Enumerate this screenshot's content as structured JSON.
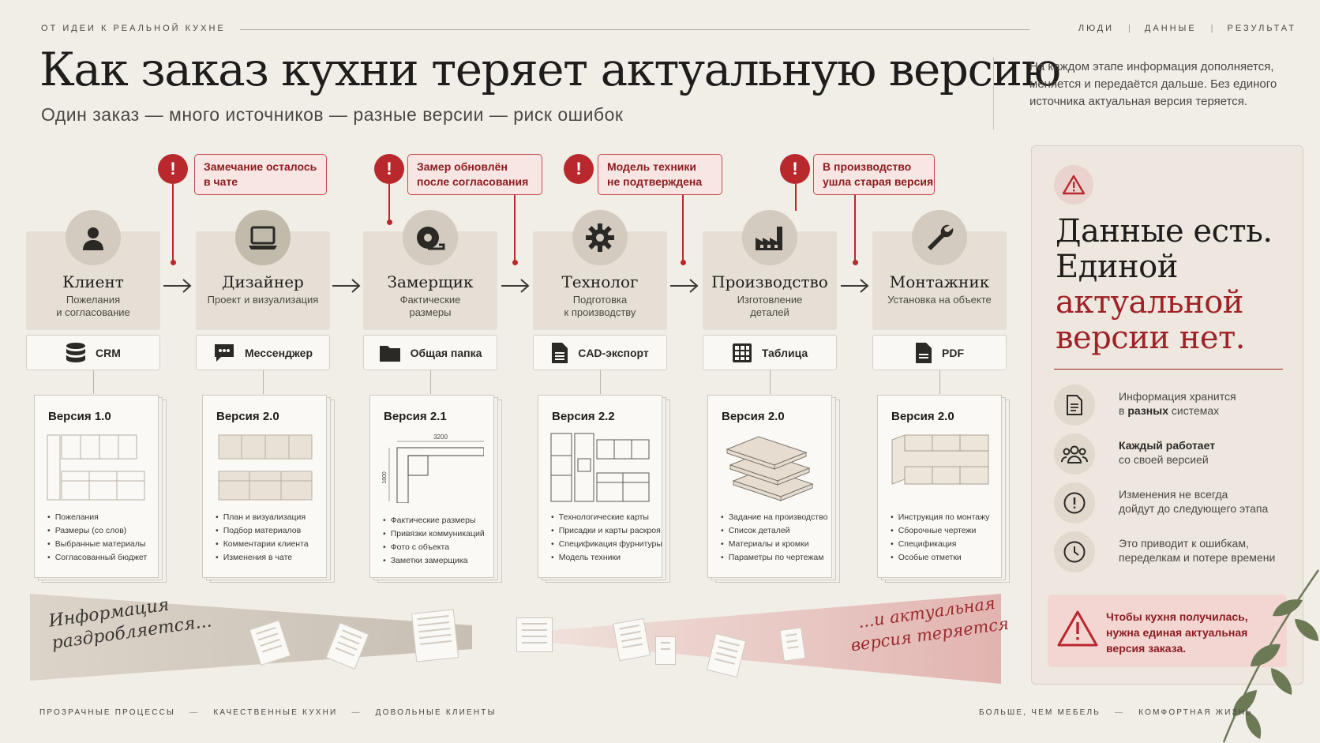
{
  "header": {
    "kicker": "ОТ ИДЕИ К РЕАЛЬНОЙ КУХНЕ",
    "nav": [
      "ЛЮДИ",
      "ДАННЫЕ",
      "РЕЗУЛЬТАТ"
    ],
    "nav_separator": "|",
    "title": "Как заказ кухни теряет актуальную версию",
    "subtitle": "Один заказ — много источников — разные версии — риск ошибок",
    "intro": "На каждом этапе информация дополняется, меняется и передаётся дальше. Без единого источника актуальная версия теряется."
  },
  "alerts": [
    {
      "icon": "!",
      "line1": "Замечание осталось",
      "line2": "в чате"
    },
    {
      "icon": "!",
      "line1": "Замер обновлён",
      "line2": "после согласования"
    },
    {
      "icon": "!",
      "line1": "Модель техники",
      "line2": "не подтверждена"
    },
    {
      "icon": "!",
      "line1": "В производство",
      "line2": "ушла старая версия"
    }
  ],
  "stages": [
    {
      "icon": "person-icon",
      "name": "Клиент",
      "desc1": "Пожелания",
      "desc2": "и согласование",
      "tool": {
        "icon": "database-icon",
        "label": "CRM"
      },
      "doc": {
        "version": "Версия 1.0",
        "items": [
          "Пожелания",
          "Размеры (со слов)",
          "Выбранные материалы",
          "Согласованный бюджет"
        ]
      }
    },
    {
      "icon": "laptop-icon",
      "name": "Дизайнер",
      "desc1": "Проект и визуализация",
      "desc2": "",
      "tool": {
        "icon": "chat-icon",
        "label": "Мессенджер"
      },
      "doc": {
        "version": "Версия 2.0",
        "items": [
          "План и визуализация",
          "Подбор материалов",
          "Комментарии клиента",
          "Изменения в чате"
        ]
      }
    },
    {
      "icon": "tape-measure-icon",
      "name": "Замерщик",
      "desc1": "Фактические",
      "desc2": "размеры",
      "tool": {
        "icon": "folder-icon",
        "label": "Общая папка"
      },
      "doc": {
        "version": "Версия 2.1",
        "items": [
          "Фактические размеры",
          "Привязки коммуникаций",
          "Фото с объекта",
          "Заметки замерщика"
        ],
        "dim_w": "3200",
        "dim_h": "1800"
      }
    },
    {
      "icon": "gear-icon",
      "name": "Технолог",
      "desc1": "Подготовка",
      "desc2": "к производству",
      "tool": {
        "icon": "file-icon",
        "label": "CAD-экспорт"
      },
      "doc": {
        "version": "Версия 2.2",
        "items": [
          "Технологические карты",
          "Присадки и карты раскроя",
          "Спецификация фурнитуры",
          "Модель техники"
        ]
      }
    },
    {
      "icon": "factory-icon",
      "name": "Производство",
      "desc1": "Изготовление",
      "desc2": "деталей",
      "tool": {
        "icon": "table-icon",
        "label": "Таблица"
      },
      "doc": {
        "version": "Версия 2.0",
        "items": [
          "Задание на производство",
          "Список деталей",
          "Материалы и кромки",
          "Параметры по чертежам"
        ]
      }
    },
    {
      "icon": "wrench-icon",
      "name": "Монтажник",
      "desc1": "Установка на объекте",
      "desc2": "",
      "tool": {
        "icon": "pdf-icon",
        "label": "PDF"
      },
      "doc": {
        "version": "Версия 2.0",
        "items": [
          "Инструкция по монтажу",
          "Сборочные чертежи",
          "Спецификация",
          "Особые отметки"
        ]
      }
    }
  ],
  "band": {
    "left_line1": "Информация",
    "left_line2": "раздробляется...",
    "right_line1": "...и актуальная",
    "right_line2": "версия теряется"
  },
  "panel": {
    "h1_line1": "Данные есть.",
    "h1_line2": "Единой",
    "h2_line1": "актуальной",
    "h2_line2": "версии нет.",
    "items": [
      {
        "icon": "document-icon",
        "pre": "Информация хранится",
        "pre2": "в ",
        "bold": "разных",
        "post": " системах"
      },
      {
        "icon": "people-icon",
        "pre": "",
        "pre2": "",
        "bold": "Каждый работает",
        "post": "со своей версией"
      },
      {
        "icon": "exclamation-icon",
        "pre": "Изменения не всегда",
        "pre2": "",
        "bold": "",
        "post": "дойдут до следующего этапа"
      },
      {
        "icon": "clock-icon",
        "pre": "Это приводит к ошибкам,",
        "pre2": "",
        "bold": "",
        "post": "переделкам и потере времени"
      }
    ],
    "alert_text": "Чтобы кухня получилась, нужна единая актуальная версия заказа."
  },
  "footer": {
    "left": [
      "ПРОЗРАЧНЫЕ ПРОЦЕССЫ",
      "КАЧЕСТВЕННЫЕ КУХНИ",
      "ДОВОЛЬНЫЕ КЛИЕНТЫ"
    ],
    "right": [
      "БОЛЬШЕ, ЧЕМ МЕБЕЛЬ",
      "КОМФОРТНАЯ ЖИЗНЬ"
    ],
    "separator": "—"
  },
  "colors": {
    "accent": "#b9282c",
    "background": "#f1ede7",
    "card": "#e6dfd5"
  }
}
